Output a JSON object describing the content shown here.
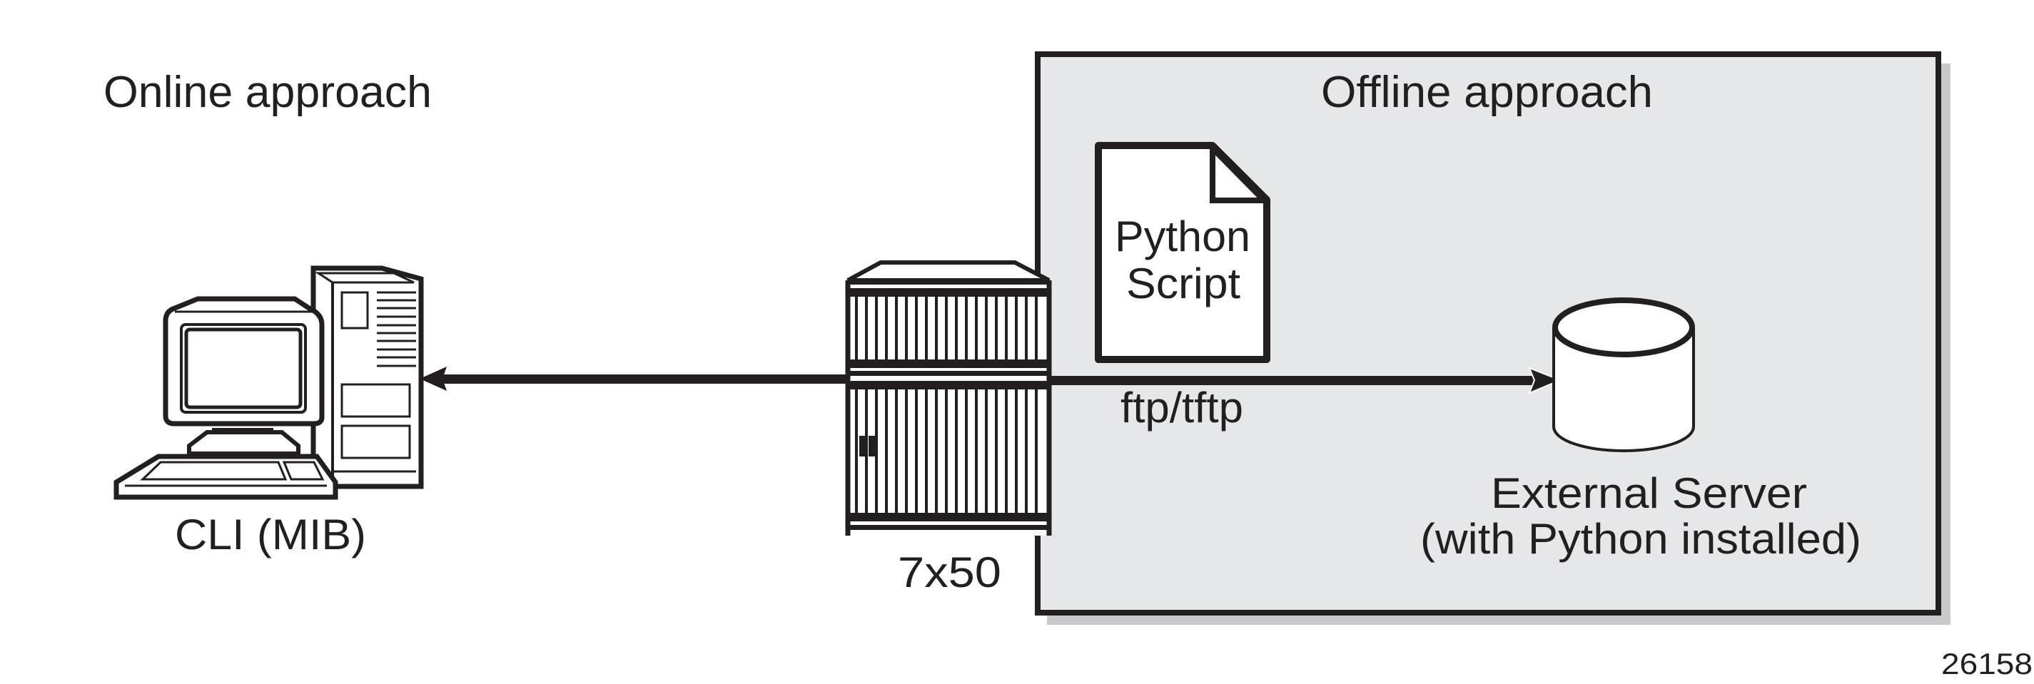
{
  "diagram": {
    "online_section": {
      "title": "Online approach",
      "client_label": "CLI (MIB)"
    },
    "router": {
      "label": "7x50"
    },
    "offline_section": {
      "title": "Offline approach",
      "document_label_line1": "Python",
      "document_label_line2": "Script",
      "transfer_label": "ftp/tftp",
      "server_label_line1": "External Server",
      "server_label_line2": "(with Python installed)"
    },
    "figure_number": "26158",
    "colors": {
      "ink": "#231f20",
      "panel": "#e6e7e8",
      "shadow": "#c8c9cb"
    }
  }
}
